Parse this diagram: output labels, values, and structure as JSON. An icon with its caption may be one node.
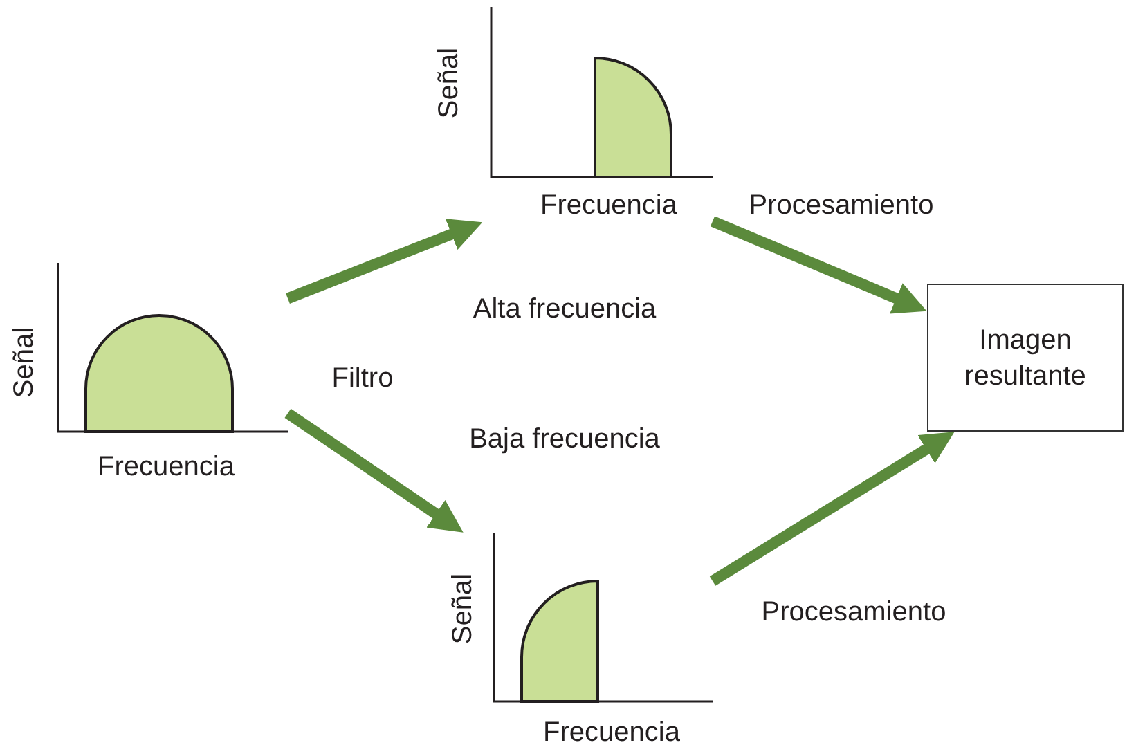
{
  "diagram": {
    "nodes": [
      {
        "text": [
          "Señal",
          "Frecuencia"
        ]
      },
      {
        "text": [
          "Señal",
          "Frecuencia"
        ]
      },
      {
        "text": [
          "Señal",
          "Frecuencia"
        ]
      },
      {
        "text": [
          "Imagen resultante"
        ]
      }
    ],
    "edges": [
      {
        "from": 0,
        "to": 1,
        "arrow": "to",
        "label": "Alta frecuencia"
      },
      {
        "from": 0,
        "to": 2,
        "arrow": "to",
        "label": "Baja frecuencia"
      },
      {
        "from": 1,
        "to": 3,
        "arrow": "to",
        "label": "Procesamiento"
      },
      {
        "from": 2,
        "to": 3,
        "arrow": "to",
        "label": "Procesamiento"
      }
    ],
    "labels": [
      "Filtro"
    ]
  }
}
